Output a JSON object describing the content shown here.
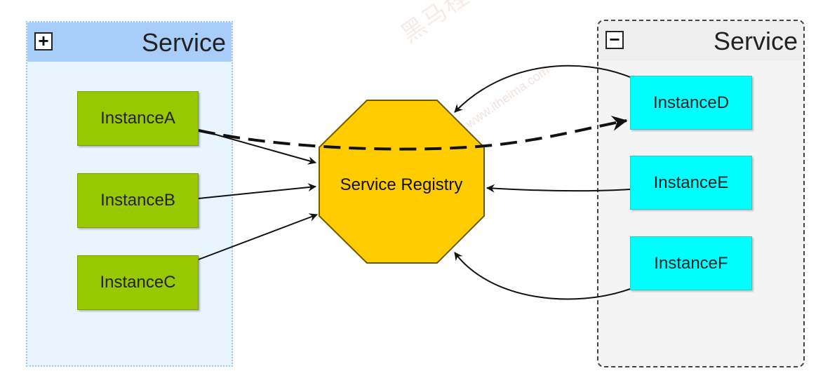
{
  "groups": {
    "left": {
      "title": "Service",
      "toggle": "+"
    },
    "right": {
      "title": "Service",
      "toggle": "−"
    }
  },
  "nodes": {
    "instance_a": "InstanceA",
    "instance_b": "InstanceB",
    "instance_c": "InstanceC",
    "instance_d": "InstanceD",
    "instance_e": "InstanceE",
    "instance_f": "InstanceF",
    "registry": "Service Registry"
  },
  "watermark": {
    "brand": "黑马程序员",
    "url": "www.itheima.com"
  },
  "colors": {
    "left_group_bg": "#e8f5ff",
    "left_group_header": "#a8cdf8",
    "right_group_bg": "#f4f4f4",
    "instance_green": "#98c900",
    "instance_cyan": "#00ffff",
    "registry_fill": "#ffcc00",
    "edge": "#111111"
  }
}
